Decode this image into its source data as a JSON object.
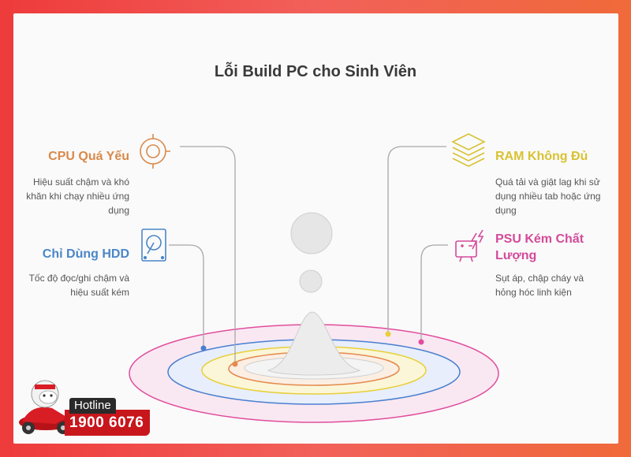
{
  "title": "Lỗi Build PC cho Sinh Viên",
  "items": {
    "cpu": {
      "title": "CPU Quá Yếu",
      "desc_1": "Hiệu suất chậm và khó",
      "desc_2": "khăn khi chạy nhiều ứng",
      "desc_3": "dụng",
      "color": "#d9894a",
      "icon": "cpu-chip-icon"
    },
    "hdd": {
      "title": "Chỉ Dùng HDD",
      "desc_1": "Tốc độ đọc/ghi chậm và",
      "desc_2": "hiệu suất kém",
      "color": "#4a86c8",
      "icon": "hard-drive-icon"
    },
    "ram": {
      "title": "RAM Không Đủ",
      "desc_1": "Quá tải và giật lag khi sử",
      "desc_2": "dụng nhiều tab hoặc ứng",
      "desc_3": "dụng",
      "color": "#d8c232",
      "icon": "layers-stack-icon"
    },
    "psu": {
      "title": "PSU Kém Chất",
      "title_2": "Lượng",
      "desc_1": "Sụt áp, chập cháy và",
      "desc_2": "hỏng hóc linh kiện",
      "color": "#d44a9a",
      "icon": "power-supply-icon"
    }
  },
  "hotline": {
    "label": "Hotline",
    "number": "1900 6076"
  },
  "colors": {
    "ring_pink": "#e14d9c",
    "ring_blue": "#4a7fcf",
    "ring_yellow": "#e8cf39",
    "ring_orange": "#e58a4d"
  }
}
